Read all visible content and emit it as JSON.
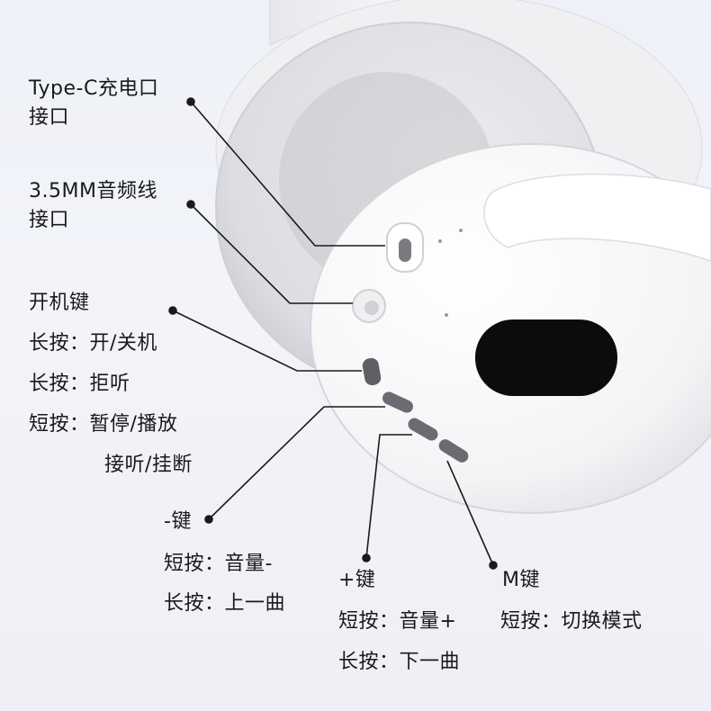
{
  "labels": {
    "type_c_line1": "Type-C充电口",
    "type_c_line2": "接口",
    "audio_line1": "3.5MM音频线",
    "audio_line2": "接口",
    "power_title": "开机键",
    "power_long1": "长按：开/关机",
    "power_long2": "长按：拒听",
    "power_short": "短按：暂停/播放",
    "power_short2": "接听/挂断",
    "minus_title": "-键",
    "minus_short": "短按：音量-",
    "minus_long": "长按：上一曲",
    "plus_title": "+键",
    "plus_short": "短按：音量+",
    "plus_long": "长按：下一曲",
    "m_title": "M键",
    "m_short": "短按：切换模式"
  },
  "colors": {
    "background": "#eef1f7",
    "product": "#f7f7f8",
    "text": "#1a1a1a",
    "leader": "#1a1a1a"
  }
}
